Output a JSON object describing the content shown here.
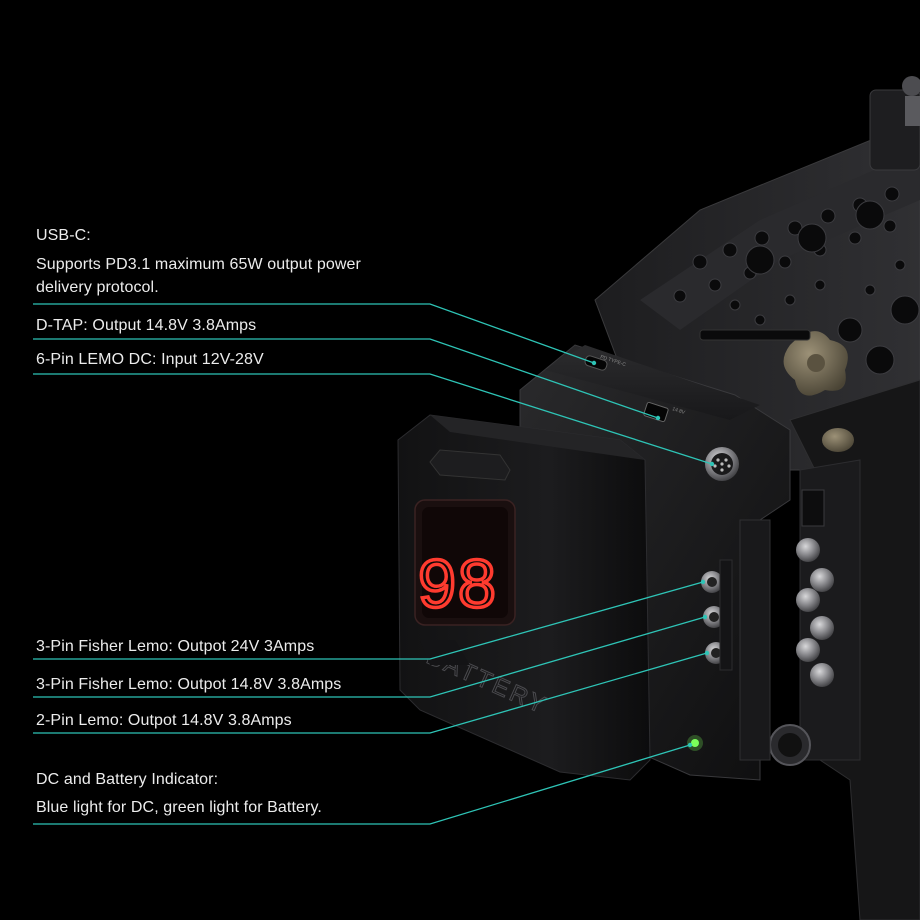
{
  "callouts": {
    "usbc_title": "USB-C:",
    "usbc_line1": "Supports PD3.1 maximum 65W output power",
    "usbc_line2": "delivery protocol.",
    "dtap": "D-TAP: Output 14.8V 3.8Amps",
    "lemo6": "6-Pin LEMO DC: Input 12V-28V",
    "fisher24": "3-Pin Fisher Lemo: Outpot 24V 3Amps",
    "fisher148": "3-Pin Fisher Lemo: Outpot 14.8V 3.8Amps",
    "lemo2": "2-Pin Lemo: Outpot 14.8V 3.8Amps",
    "indicator_title": "DC and Battery Indicator:",
    "indicator_desc": "Blue light for DC, green light for Battery."
  },
  "device": {
    "battery_display": "98",
    "battery_text": "BATTERY"
  },
  "colors": {
    "background": "#000000",
    "leader_line": "#2ec4b6",
    "display_red": "#ff3b2f",
    "indicator_green": "#7dff5a"
  }
}
